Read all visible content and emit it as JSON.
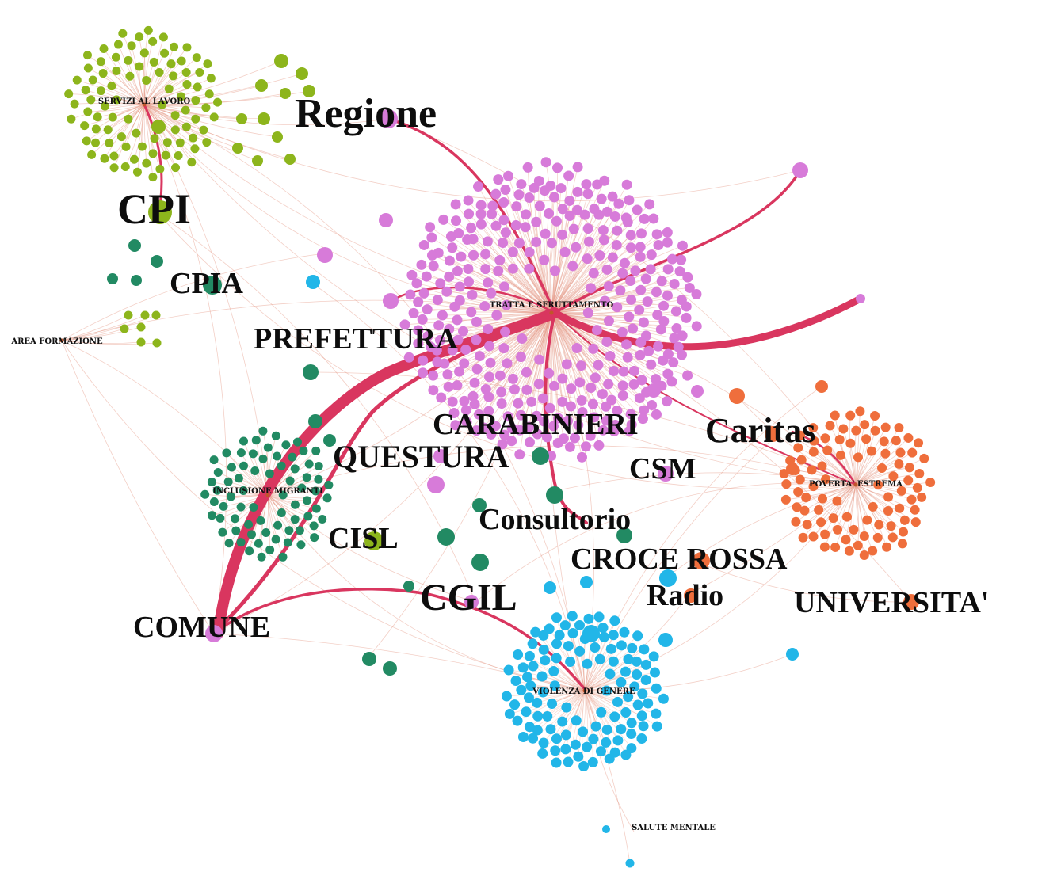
{
  "colors": {
    "servizi_lavoro": "#8db51c",
    "inclusione_migranti": "#228a63",
    "tratta": "#d77bd9",
    "poverta": "#ef6e3c",
    "violenza": "#22b6e8",
    "edge_strong": "#d9365f",
    "edge_faint": "#e7a08d",
    "hub_center": "#c0562a"
  },
  "hubs": {
    "servizi_lavoro": "SERVIZI AL LAVORO",
    "area_formazione": "AREA FORMAZIONE",
    "tratta": "TRATTA E SFRUTTAMENTO",
    "inclusione_migranti": "INCLUSIONE MIGRANTI",
    "poverta": "POVERTA' ESTREMA",
    "violenza": "VIOLENZA DI GENERE",
    "salute_mentale": "SALUTE MENTALE"
  },
  "actors": {
    "regione": "Regione",
    "cpi": "CPI",
    "cpia": "CPIA",
    "prefettura": "PREFETTURA",
    "carabinieri": "CARABINIERI",
    "caritas": "Caritas",
    "questura": "QUESTURA",
    "csm": "CSM",
    "consultorio": "Consultorio",
    "cisl": "CISL",
    "croce_rossa": "CROCE ROSSA",
    "cgil": "CGIL",
    "radio": "Radio",
    "universita": "UNIVERSITA'",
    "comune": "COMUNE"
  }
}
